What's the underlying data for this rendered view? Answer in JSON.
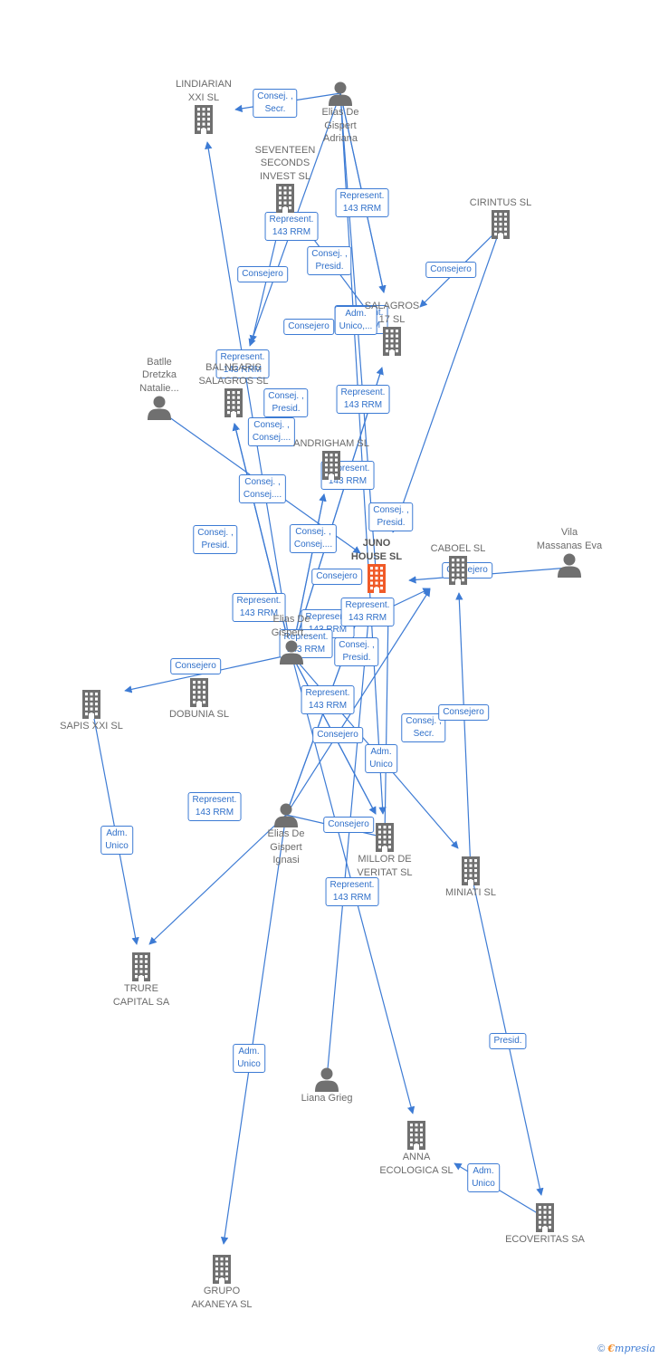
{
  "colors": {
    "edge": "#3d7bd4",
    "edge_label_text": "#2f6fc9",
    "node_icon": "#707070",
    "node_label": "#6b6b6b",
    "focus_company": "#f05a28"
  },
  "icons": {
    "company": "building-icon",
    "person": "person-icon"
  },
  "nodes": [
    {
      "id": "elias-adriana",
      "type": "person",
      "label": "Elias De\nGispert\nAdriana"
    },
    {
      "id": "lindiarian",
      "type": "company",
      "label": "LINDIARIAN\nXXI SL"
    },
    {
      "id": "seventeen",
      "type": "company",
      "label": "SEVENTEEN\nSECONDS\nINVEST  SL"
    },
    {
      "id": "cirintus",
      "type": "company",
      "label": "CIRINTUS SL"
    },
    {
      "id": "salagros",
      "type": "company",
      "label": "SALAGROS\n17 SL"
    },
    {
      "id": "batlle",
      "type": "person",
      "label": "Batlle\nDretzka\nNatalie..."
    },
    {
      "id": "balneari",
      "type": "company",
      "label": "BALNEARIS\nSALAGROS  SL"
    },
    {
      "id": "andrigham",
      "type": "company",
      "label": "ANDRIGHAM SL"
    },
    {
      "id": "juno",
      "type": "company",
      "label": "JUNO\nHOUSE  SL",
      "focus": true
    },
    {
      "id": "caboel",
      "type": "company",
      "label": "CABOEL SL"
    },
    {
      "id": "vila",
      "type": "person",
      "label": "Vila\nMassanas Eva"
    },
    {
      "id": "elias-mid",
      "type": "person",
      "label": "Elias De\nGispert..."
    },
    {
      "id": "dobunia",
      "type": "company",
      "label": "DOBUNIA SL"
    },
    {
      "id": "sapis",
      "type": "company",
      "label": "SAPIS XXI SL"
    },
    {
      "id": "elias-ignasi",
      "type": "person",
      "label": "Elias De\nGispert\nIgnasi"
    },
    {
      "id": "millor",
      "type": "company",
      "label": "MILLOR DE\nVERITAT  SL"
    },
    {
      "id": "miniati",
      "type": "company",
      "label": "MINIATI SL"
    },
    {
      "id": "trure",
      "type": "company",
      "label": "TRURE\nCAPITAL SA"
    },
    {
      "id": "liana",
      "type": "person",
      "label": "Liana Grieg"
    },
    {
      "id": "anna",
      "type": "company",
      "label": "ANNA\nECOLOGICA SL"
    },
    {
      "id": "ecoveritas",
      "type": "company",
      "label": "ECOVERITAS SA"
    },
    {
      "id": "grupo",
      "type": "company",
      "label": "GRUPO\nAKANEYA SL"
    }
  ],
  "edges": [
    {
      "from": "elias-adriana",
      "to": "lindiarian",
      "label": "Consej. ,\nSecr."
    },
    {
      "from": "elias-adriana",
      "to": "salagros",
      "label": "Represent.\n143 RRM"
    },
    {
      "from": "elias-adriana",
      "to": "balneari",
      "label": "Represent.\n143 RRM"
    },
    {
      "from": "elias-adriana",
      "to": "salagros",
      "label": "Consej. ,\nPresid."
    },
    {
      "from": "elias-adriana",
      "to": "juno",
      "label": "Represent.\n143 RRM"
    },
    {
      "from": "cirintus",
      "to": "salagros",
      "label": "Consejero"
    },
    {
      "from": "cirintus",
      "to": "juno",
      "label": "Consejero"
    },
    {
      "from": "seventeen",
      "to": "balneari",
      "label": "Consejero"
    },
    {
      "from": "seventeen",
      "to": "salagros",
      "label": "Adm.\nUnico,..."
    },
    {
      "from": "elias-mid",
      "to": "salagros",
      "label": "Represent.\n143 RRM"
    },
    {
      "from": "elias-mid",
      "to": "balneari",
      "label": "Consej. ,\nPresid."
    },
    {
      "from": "elias-mid",
      "to": "balneari",
      "label": "Represent.\n143 RRM"
    },
    {
      "from": "elias-mid",
      "to": "salagros",
      "label": "Consej. ,\nConsej...."
    },
    {
      "from": "elias-mid",
      "to": "andrigham",
      "label": "Consej. ,\nConsej...."
    },
    {
      "from": "elias-mid",
      "to": "andrigham",
      "label": "Represent.\n143 RRM"
    },
    {
      "from": "batlle",
      "to": "juno",
      "label": "Consej. ,\nConsej...."
    },
    {
      "from": "elias-mid",
      "to": "caboel",
      "label": "Consej. ,\nPresid."
    },
    {
      "from": "elias-mid",
      "to": "juno",
      "label": "Consej. ,\nPresid."
    },
    {
      "from": "vila",
      "to": "juno",
      "label": "Consejero"
    },
    {
      "from": "elias-mid",
      "to": "balneari",
      "label": "Consejero"
    },
    {
      "from": "elias-mid",
      "to": "juno",
      "label": "Represent.\n143 RRM"
    },
    {
      "from": "elias-ignasi",
      "to": "juno",
      "label": "Represent.\n143 RRM"
    },
    {
      "from": "elias-ignasi",
      "to": "caboel",
      "label": "Represent.\n143 RRM"
    },
    {
      "from": "elias-mid",
      "to": "juno",
      "label": "Represent.\n143 RRM"
    },
    {
      "from": "elias-mid",
      "to": "sapis",
      "label": "Consejero"
    },
    {
      "from": "elias-mid",
      "to": "millor",
      "label": "Consej. ,\nPresid."
    },
    {
      "from": "elias-mid",
      "to": "miniati",
      "label": "Consej. ,\nSecr."
    },
    {
      "from": "elias-ignasi",
      "to": "juno",
      "label": "Represent.\n143 RRM"
    },
    {
      "from": "miniati",
      "to": "caboel",
      "label": "Consejero"
    },
    {
      "from": "elias-mid",
      "to": "millor",
      "label": "Consejero"
    },
    {
      "from": "millor",
      "to": "juno",
      "label": "Adm.\nUnico"
    },
    {
      "from": "elias-ignasi",
      "to": "trure",
      "label": "Represent.\n143 RRM"
    },
    {
      "from": "elias-ignasi",
      "to": "millor",
      "label": "Consejero"
    },
    {
      "from": "liana",
      "to": "juno",
      "label": "Represent.\n143 RRM"
    },
    {
      "from": "sapis",
      "to": "trure",
      "label": "Adm.\nUnico"
    },
    {
      "from": "elias-ignasi",
      "to": "grupo",
      "label": "Adm.\nUnico"
    },
    {
      "from": "miniati",
      "to": "ecoveritas",
      "label": "Presid."
    },
    {
      "from": "ecoveritas",
      "to": "anna",
      "label": "Adm.\nUnico"
    },
    {
      "from": "elias-mid",
      "to": "anna",
      "label": ""
    },
    {
      "from": "elias-mid",
      "to": "lindiarian",
      "label": ""
    },
    {
      "from": "elias-adriana",
      "to": "millor",
      "label": ""
    }
  ],
  "footer": {
    "copyright": "©",
    "brand_first": "€",
    "brand_rest": "mpresia"
  }
}
